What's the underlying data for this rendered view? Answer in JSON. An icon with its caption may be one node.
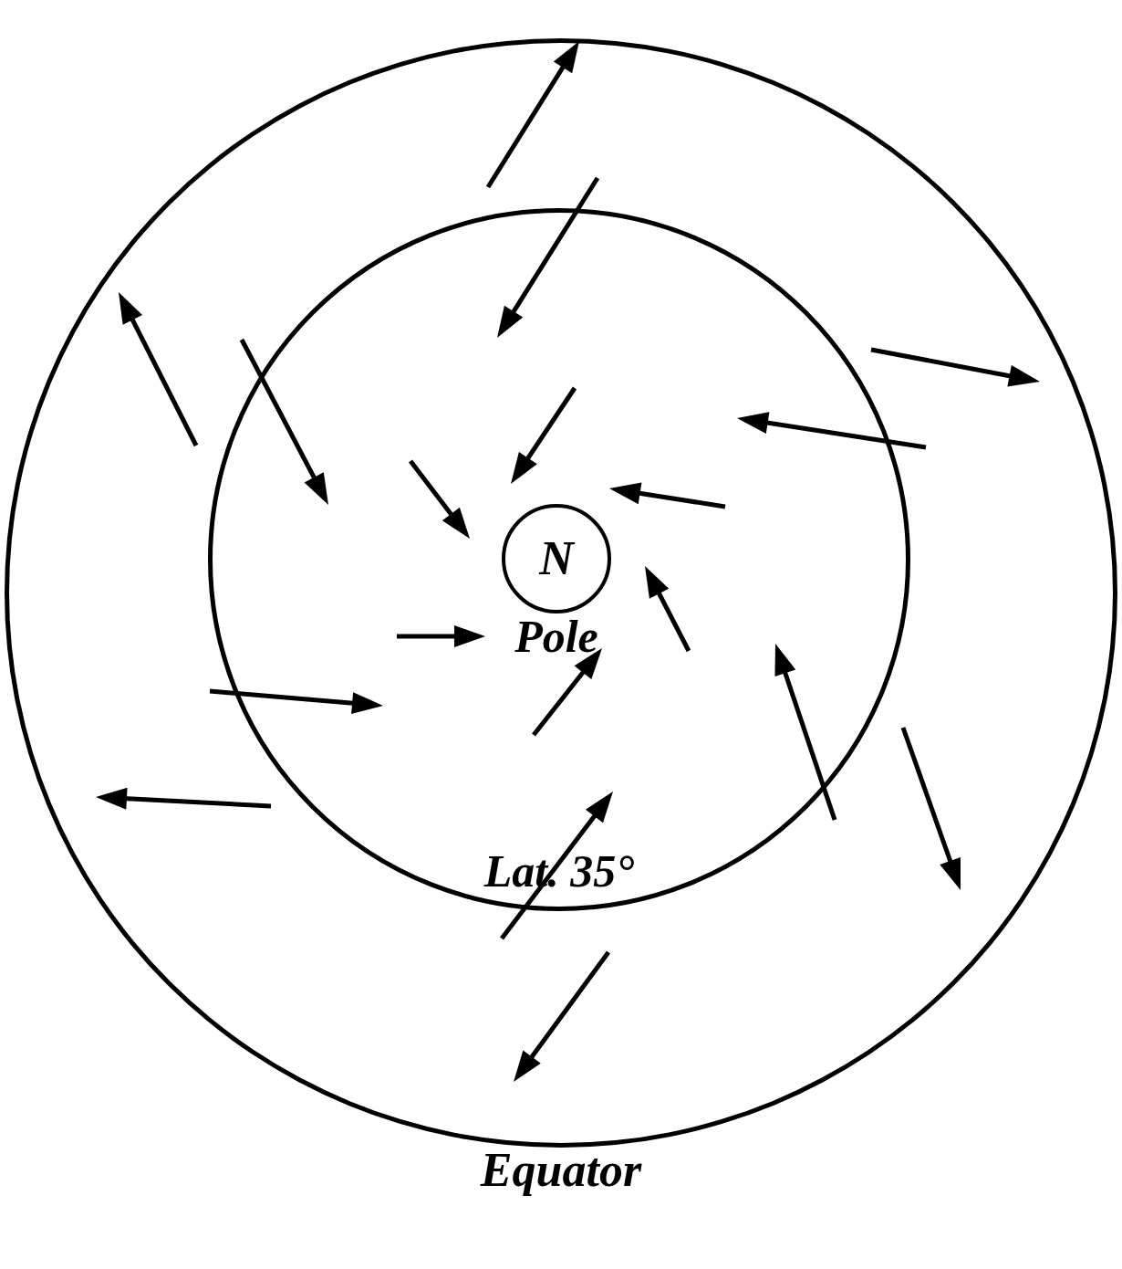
{
  "diagram": {
    "nodes": [
      {
        "text": [
          "Equator"
        ]
      },
      {
        "text": [
          "Lat. 35°"
        ],
        "in": 0
      },
      {
        "text": [
          "N"
        ],
        "in": 1,
        "beside": [
          "Pole"
        ]
      }
    ]
  }
}
